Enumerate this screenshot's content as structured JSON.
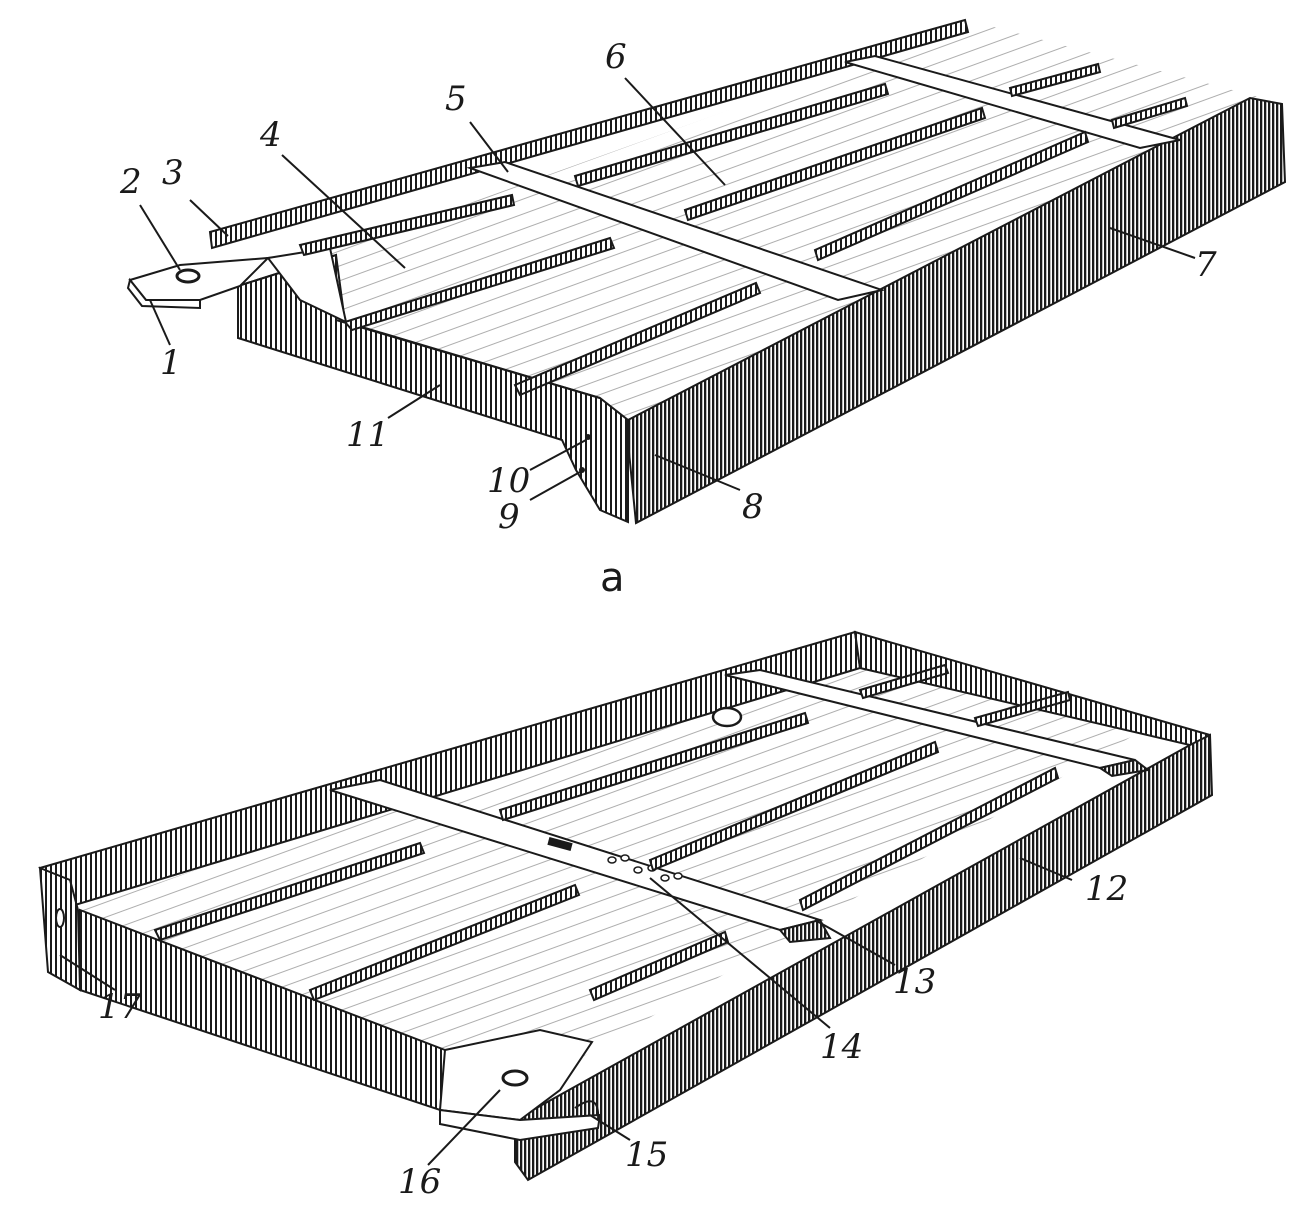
{
  "figure": {
    "panels": [
      {
        "sublabel": "a",
        "callouts": [
          "1",
          "2",
          "3",
          "4",
          "5",
          "6",
          "7",
          "8",
          "9",
          "10",
          "11"
        ]
      },
      {
        "sublabel": "",
        "callouts": [
          "12",
          "13",
          "14",
          "15",
          "16",
          "17"
        ]
      }
    ]
  },
  "colors": {
    "ink": "#1a1a1a",
    "paper": "#ffffff",
    "hatch": "#3a3a3a"
  }
}
